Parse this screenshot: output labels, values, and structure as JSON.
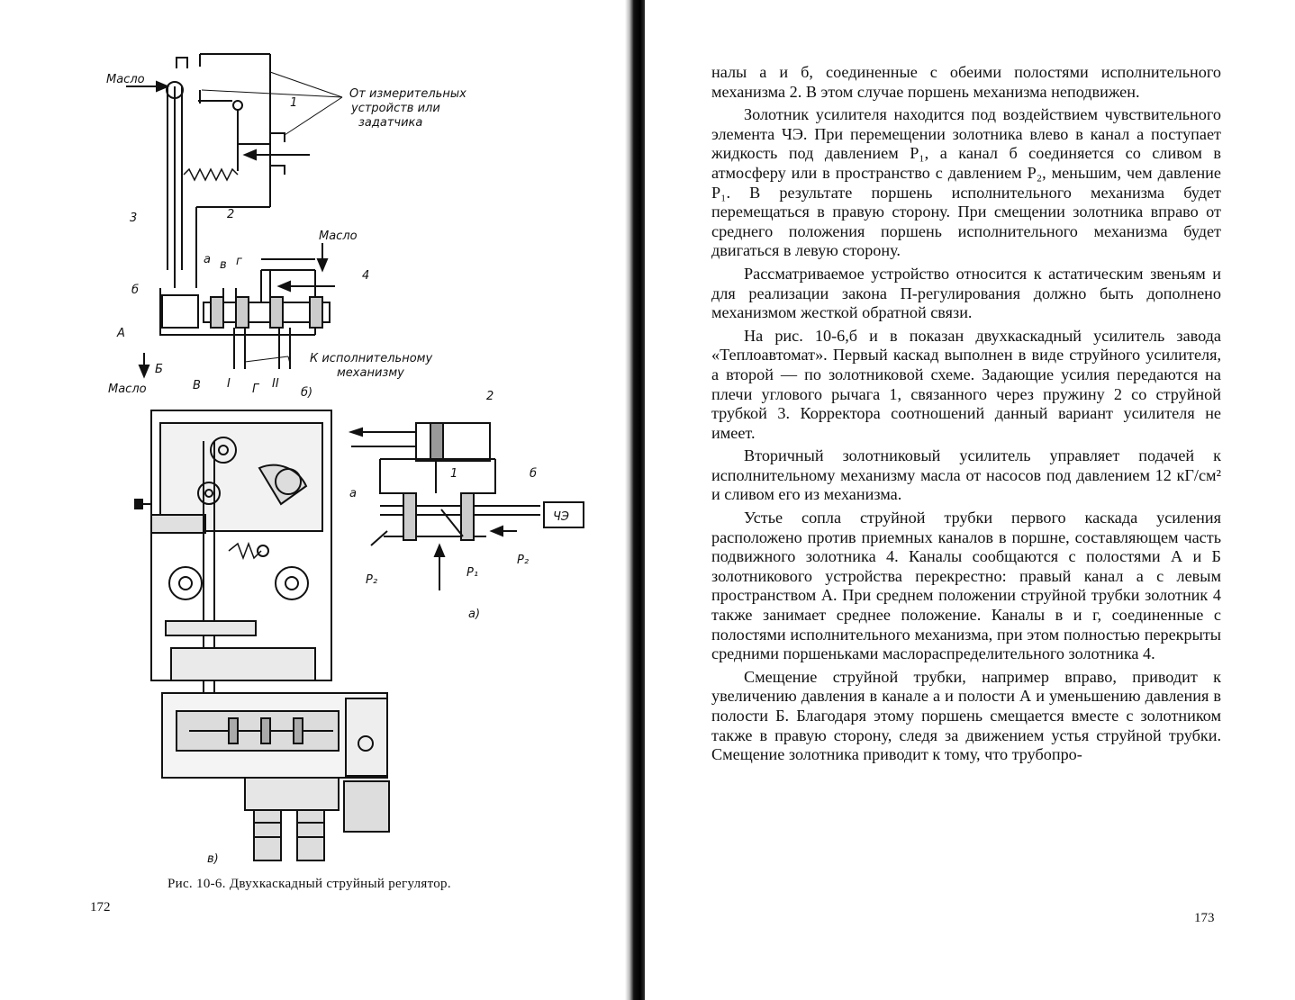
{
  "left_page": {
    "page_number": "172",
    "caption": "Рис. 10-6. Двухкаскадный струйный регулятор.",
    "figure_labels": {
      "oil_top": "Масло",
      "from_devices_1": "От измерительных",
      "from_devices_2": "устройств или",
      "from_devices_3": "задатчика",
      "num_1": "1",
      "num_2": "2",
      "num_3": "3",
      "num_4": "4",
      "oil_mid": "Масло",
      "a": "а",
      "v": "в",
      "g": "г",
      "b": "б",
      "A": "А",
      "B": "Б",
      "to_actuator_1": "К исполнительному",
      "to_actuator_2": "механизму",
      "oil_bottom": "Масло",
      "V": "В",
      "I": "I",
      "G": "Г",
      "II": "II",
      "sub_b": "б)",
      "sub_a": "а)",
      "sub_v": "в)",
      "fig_a_num_2": "2",
      "fig_a_num_1": "1",
      "fig_a_a": "а",
      "fig_a_b": "б",
      "fig_a_che": "ЧЭ",
      "fig_a_p2_left": "P₂",
      "fig_a_p1": "P₁",
      "fig_a_p2_right": "P₂"
    }
  },
  "right_page": {
    "page_number": "173",
    "paragraphs": [
      {
        "indent": false,
        "text": "налы а и б, соединенные с обеими полостями исполнительного механизма 2. В этом случае поршень механизма неподвижен."
      },
      {
        "indent": true,
        "text": "Золотник усилителя находится под воздействием чувствительного элемента ЧЭ. При перемещении золотника влево в канал а поступает жидкость под давлением P₁, а канал б соединяется со сливом в атмосферу или в пространство с давлением P₂, меньшим, чем давление P₁. В результате поршень исполнительного механизма будет перемещаться в правую сторону. При смещении золотника вправо от среднего положения поршень исполнительного механизма будет двигаться в левую сторону."
      },
      {
        "indent": true,
        "text": "Рассматриваемое устройство относится к астатическим звеньям и для реализации закона П-регулирования должно быть дополнено механизмом жесткой обратной связи."
      },
      {
        "indent": true,
        "text": "На рис. 10-6,б и в показан двухкаскадный усилитель завода «Теплоавтомат». Первый каскад выполнен в виде струйного усилителя, а второй — по золотниковой схеме. Задающие усилия передаются на плечи углового рычага 1, связанного через пружину 2 со струйной трубкой 3. Корректора соотношений данный вариант усилителя не имеет."
      },
      {
        "indent": true,
        "text": "Вторичный золотниковый усилитель управляет подачей к исполнительному механизму масла от насосов под давлением 12 кГ/см² и сливом его из механизма."
      },
      {
        "indent": true,
        "text": "Устье сопла струйной трубки первого каскада усиления расположено против приемных каналов в поршне, составляющем часть подвижного золотника 4. Каналы сообщаются с полостями А и Б золотникового устройства перекрестно: правый канал а с левым пространством А. При среднем положении струйной трубки золотник 4 также занимает среднее положение. Каналы в и г, соединенные с полостями исполнительного механизма, при этом полностью перекрыты средними поршеньками маслораспределительного золотника 4."
      },
      {
        "indent": true,
        "text": "Смещение струйной трубки, например вправо, приводит к увеличению давления в канале а и полости А и уменьшению давления в полости Б. Благодаря этому поршень смещается вместе с золотником также в правую сторону, следя за движением устья струйной трубки. Смещение золотника приводит к тому, что трубопро-"
      }
    ]
  }
}
